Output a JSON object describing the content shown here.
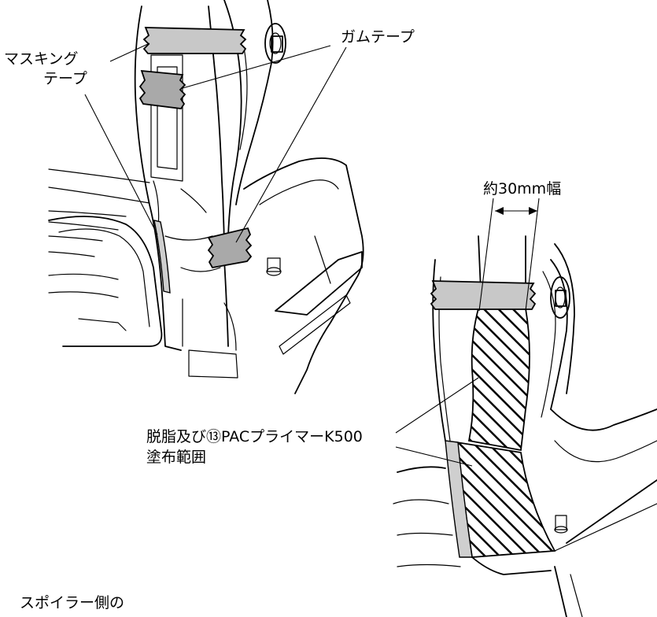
{
  "labels": {
    "masking_tape_line1": "マスキング",
    "masking_tape_line2": "テープ",
    "gum_tape": "ガムテープ",
    "width_dim": "約30mm幅",
    "primer_line1": "脱脂及び⑬PACプライマーK500",
    "primer_line2": "塗布範囲",
    "spoiler_side": "スポイラー側の"
  },
  "colors": {
    "masking_tape": "#c8c8c8",
    "gum_tape": "#a9a9a9",
    "hatch": "#000000"
  }
}
